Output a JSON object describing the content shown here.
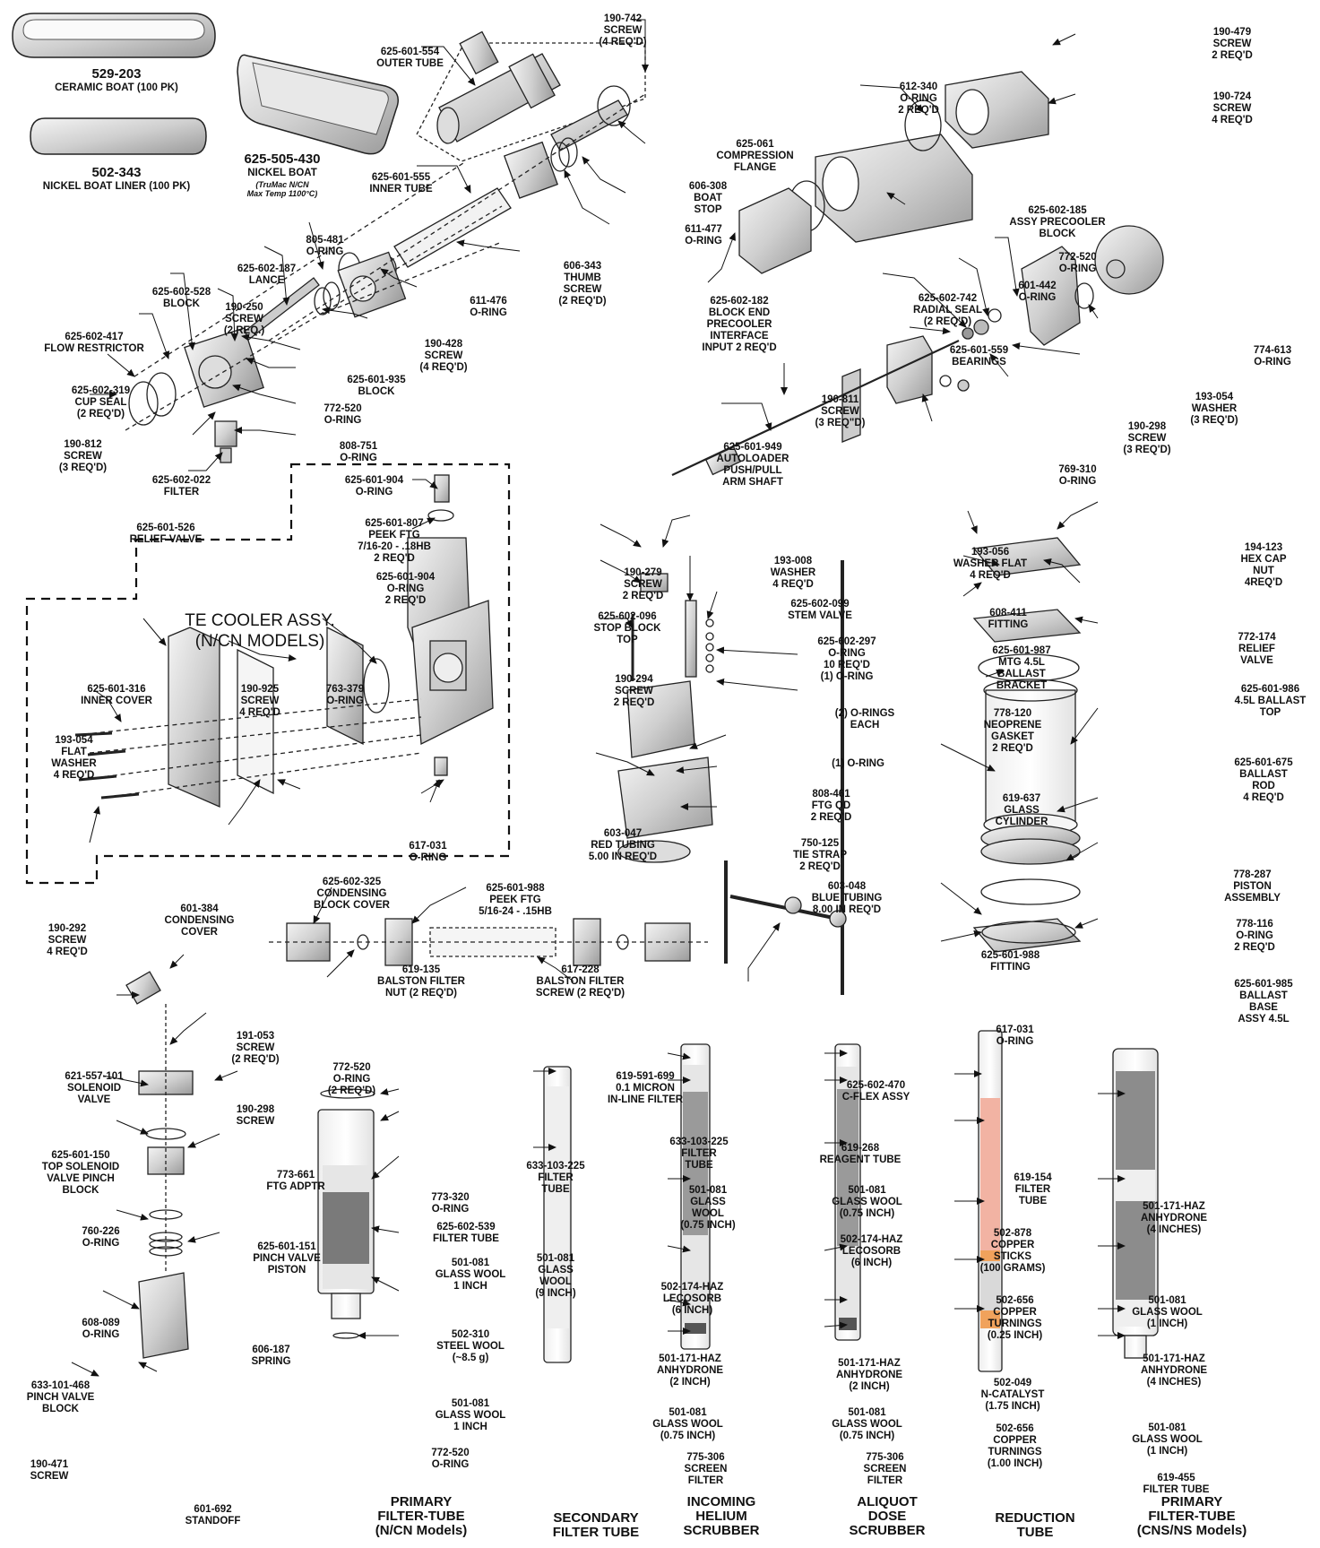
{
  "title_boxes": {
    "ceramic_boat": {
      "part": "529-203",
      "desc": "CERAMIC BOAT (100 PK)"
    },
    "nickel_liner": {
      "part": "502-343",
      "desc": "NICKEL BOAT LINER (100 PK)"
    },
    "nickel_boat": {
      "part": "625-505-430",
      "desc": "NICKEL BOAT",
      "note1": "(TruMac N/CN",
      "note2": "Max Temp 1100°C)"
    }
  },
  "te_cooler": {
    "line1": "TE COOLER ASSY.",
    "line2": "(N/CN MODELS)"
  },
  "labels": {
    "a": "190-742\nSCREW\n(4 REQ'D)",
    "b": "625-601-554\nOUTER TUBE",
    "c": "190-479\nSCREW\n2 REQ'D",
    "d": "190-724\nSCREW\n4 REQ'D",
    "e": "612-340\nO-RING\n2 REQ'D",
    "f": "625-061\nCOMPRESSION\nFLANGE",
    "g": "625-601-555\nINNER TUBE",
    "h": "606-308\nBOAT\nSTOP",
    "i": "611-477\nO-RING",
    "j": "625-602-185\nASSY PRECOOLER\nBLOCK",
    "k": "805-481\nO-RING",
    "l": "625-602-187\nLANCE",
    "m": "606-343\nTHUMB\nSCREW\n(2 REQ'D)",
    "n": "625-602-528\nBLOCK",
    "o": "611-476\nO-RING",
    "p": "625-602-182\nBLOCK END\nPRECOOLER\nINTERFACE\nINPUT 2 REQ'D",
    "q": "772-520\nO-RING",
    "r": "601-442\nO-RING",
    "s": "625-602-742\nRADIAL SEAL\n(2 REQ'D)",
    "t": "190-250\nSCREW\n(2 REQ.)",
    "u": "625-602-417\nFLOW RESTRICTOR",
    "v": "190-428\nSCREW\n(4 REQ'D)",
    "w": "625-601-559\nBEARINGS",
    "x": "774-613\nO-RING",
    "y": "625-602-319\nCUP SEAL\n(2 REQ'D)",
    "z": "625-601-935\nBLOCK",
    "aa": "772-520\nO-RING",
    "ab": "193-054\nWASHER\n(3 REQ'D)",
    "ac": "190-811\nSCREW\n(3 REQ\"D)",
    "ad": "190-298\nSCREW\n(3 REQ'D)",
    "ae": "190-812\nSCREW\n(3 REQ'D)",
    "af": "808-751\nO-RING",
    "ag": "625-601-949\nAUTOLOADER\nPUSH/PULL\nARM SHAFT",
    "ah": "769-310\nO-RING",
    "ai": "625-602-022\nFILTER",
    "aj": "625-601-904\nO-RING",
    "ak": "625-601-526\nRELIEF VALVE",
    "al": "625-601-807\nPEEK FTG\n7/16-20 - .18HB\n2 REQ'D",
    "am": "625-601-904\nO-RING\n2 REQ'D",
    "an": "190-279\nSCREW\n2 REQ'D",
    "ao": "193-008\nWASHER\n4 REQ'D",
    "ap": "625-602-099\nSTEM VALVE",
    "aq": "625-602-096\nSTOP BLOCK\nTOP",
    "ar": "625-602-297\nO-RING\n10 REQ'D\n(1) O-RING",
    "as": "193-056\nWASHER FLAT\n4 REQ'D",
    "at": "194-123\nHEX CAP\nNUT\n4REQ'D",
    "au": "608-411\nFITTING",
    "av": "772-174\nRELIEF\nVALVE",
    "aw": "625-601-987\nMTG 4.5L\nBALLAST\nBRACKET",
    "ax": "625-601-986\n4.5L BALLAST\nTOP",
    "ay": "625-601-316\nINNER COVER",
    "az": "190-925\nSCREW\n4 REQ'D",
    "ba": "763-379\nO-RING",
    "bb": "190-294\nSCREW\n2 REQ'D",
    "bc": "(2) O-RINGS\nEACH",
    "bd": "778-120\nNEOPRENE\nGASKET\n2 REQ'D",
    "be": "193-054\nFLAT\nWASHER\n4 REQ'D",
    "bf": "(1) O-RING",
    "bg": "625-601-675\nBALLAST\nROD\n4 REQ'D",
    "bh": "619-637\nGLASS\nCYLINDER",
    "bi": "808-461\nFTG QD\n2 REQ'D",
    "bj": "603-047\nRED TUBING\n5.00 IN REQ'D",
    "bk": "750-125\nTIE STRAP\n2 REQ'D",
    "bl": "617-031\nO-RING",
    "bm": "625-602-325\nCONDENSING\nBLOCK COVER",
    "bn": "603-048\nBLUE TUBING\n8.00 IN REQ'D",
    "bo": "778-287\nPISTON\nASSEMBLY",
    "bp": "625-601-988\nPEEK FTG\n5/16-24 - .15HB",
    "bq": "601-384\nCONDENSING\nCOVER",
    "br": "190-292\nSCREW\n4 REQ'D",
    "bs": "778-116\nO-RING\n2 REQ'D",
    "bt": "625-601-988\nFITTING",
    "bu": "619-135\nBALSTON FILTER\nNUT (2 REQ'D)",
    "bv": "617-228\nBALSTON FILTER\nSCREW (2 REQ'D)",
    "bw": "625-601-985\nBALLAST\nBASE\nASSY 4.5L",
    "bx": "617-031\nO-RING",
    "by": "191-053\nSCREW\n(2 REQ'D)",
    "bz": "772-520\nO-RING\n(2 REQ'D)",
    "ca": "619-591-699\n0.1 MICRON\nIN-LINE FILTER",
    "cb": "625-602-470\nC-FLEX ASSY",
    "cc": "621-557-101\nSOLENOID\nVALVE",
    "cd": "190-298\nSCREW",
    "ce": "625-601-150\nTOP SOLENOID\nVALVE PINCH\nBLOCK",
    "cf": "773-661\nFTG ADPTR",
    "cg": "773-320\nO-RING",
    "ch": "625-602-539\nFILTER TUBE",
    "ci": "760-226\nO-RING",
    "cj": "625-601-151\nPINCH VALVE\nPISTON",
    "ck": "501-081\nGLASS WOOL\n1 INCH",
    "cl": "608-089\nO-RING",
    "cm": "606-187\nSPRING",
    "cn": "502-310\nSTEEL WOOL\n(~8.5 g)",
    "co": "633-101-468\nPINCH VALVE\nBLOCK",
    "cp": "501-081\nGLASS WOOL\n1 INCH",
    "cq": "772-520\nO-RING",
    "cr": "190-471\nSCREW",
    "cs": "601-692\nSTANDOFF",
    "ct": "633-103-225\nFILTER\nTUBE",
    "cu": "501-081\nGLASS\nWOOL\n(9 INCH)",
    "cv": "633-103-225\nFILTER\nTUBE",
    "cw": "501-081\nGLASS\nWOOL\n(0.75 INCH)",
    "cx": "502-174-HAZ\nLECOSORB\n(6 INCH)",
    "cy": "501-171-HAZ\nANHYDRONE\n(2 INCH)",
    "cz": "501-081\nGLASS WOOL\n(0.75 INCH)",
    "da": "775-306\nSCREEN\nFILTER",
    "db": "619-268\nREAGENT TUBE",
    "dc": "501-081\nGLASS WOOL\n(0.75 INCH)",
    "dd": "502-174-HAZ\nLECOSORB\n(6 INCH)",
    "de": "501-171-HAZ\nANHYDRONE\n(2 INCH)",
    "df": "501-081\nGLASS WOOL\n(0.75 INCH)",
    "dg": "775-306\nSCREEN\nFILTER",
    "dh": "619-154\nFILTER\nTUBE",
    "di": "502-878\nCOPPER\nSTICKS\n(100 GRAMS)",
    "dj": "502-656\nCOPPER\nTURNINGS\n(0.25 INCH)",
    "dk": "502-049\nN-CATALYST\n(1.75 INCH)",
    "dl": "502-656\nCOPPER\nTURNINGS\n(1.00 INCH)",
    "dm": "501-171-HAZ\nANHYDRONE\n(4 INCHES)",
    "dn": "501-081\nGLASS WOOL\n(1 INCH)",
    "do": "501-171-HAZ\nANHYDRONE\n(4 INCHES)",
    "dp": "501-081\nGLASS WOOL\n(1 INCH)",
    "dq": "619-455\nFILTER TUBE"
  },
  "captions": {
    "primary_ncn": "PRIMARY\nFILTER-TUBE\n(N/CN Models)",
    "secondary": "SECONDARY\nFILTER TUBE",
    "incoming": "INCOMING\nHELIUM\nSCRUBBER",
    "aliquot": "ALIQUOT\nDOSE\nSCRUBBER",
    "reduction": "REDUCTION\nTUBE",
    "primary_cns": "PRIMARY\nFILTER-TUBE\n(CNS/NS Models)"
  },
  "colors": {
    "copper_sticks": "#f2b3a3",
    "copper_turnings": "#f0a25c",
    "catalyst": "#d9d9d9",
    "anhydrone": "#8c8c8c",
    "steel_wool": "#7a7a7a",
    "glass_wool": "#e6e6e6",
    "ink": "#111111"
  }
}
